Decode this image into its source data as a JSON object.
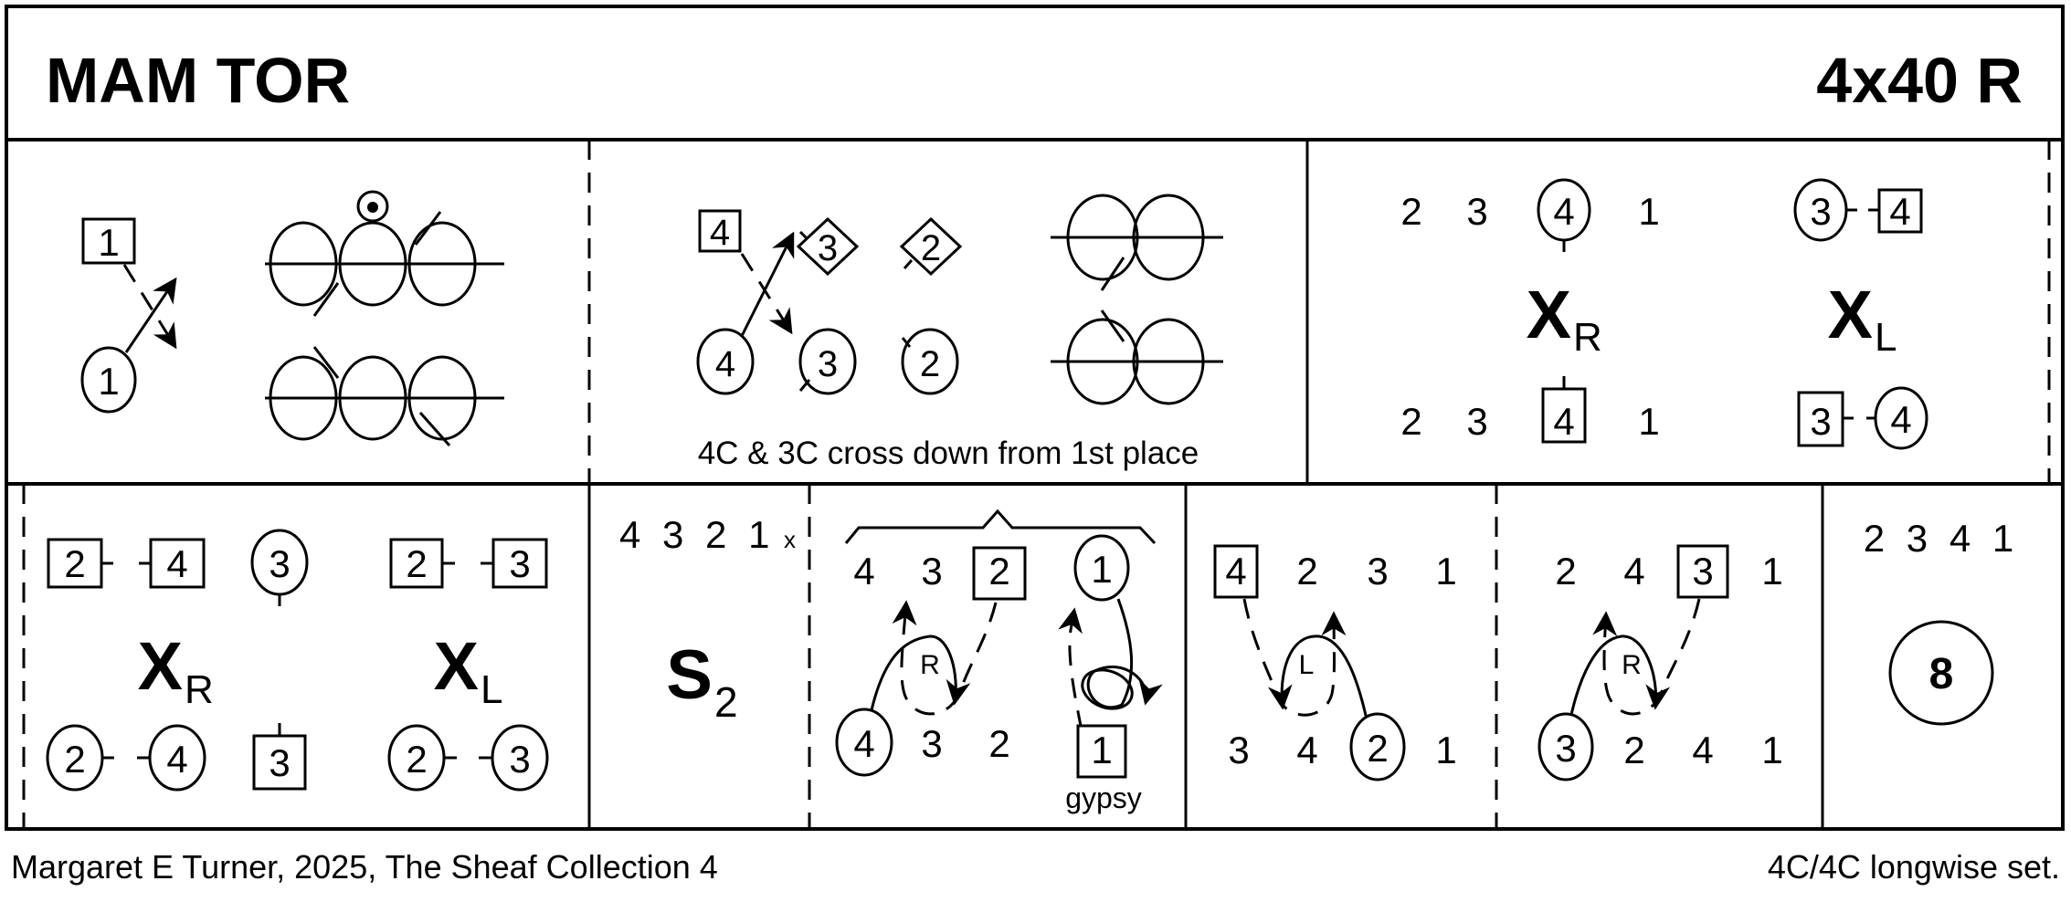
{
  "header": {
    "title": "MAM TOR",
    "format": "4x40 R"
  },
  "footer": {
    "credit": "Margaret E Turner, 2025, The Sheaf Collection 4",
    "set": "4C/4C longwise set."
  },
  "row1": {
    "cell1": {
      "top_dancer": "1",
      "bottom_dancer": "1"
    },
    "cell2": {
      "top_row": [
        "4",
        "3",
        "2"
      ],
      "bottom_row": [
        "4",
        "3",
        "2"
      ],
      "caption": "4C & 3C cross down from 1st place"
    },
    "cell3": {
      "top_row": [
        "2",
        "3",
        "4",
        "1"
      ],
      "bottom_row": [
        "2",
        "3",
        "4",
        "1"
      ],
      "cross_right": "X",
      "cross_right_sub": "R",
      "cross_left": "X",
      "cross_left_sub": "L",
      "top_pair": [
        "3",
        "4"
      ],
      "bottom_pair": [
        "3",
        "4"
      ]
    }
  },
  "row2": {
    "cell1": {
      "top_pair_a": [
        "2",
        "4"
      ],
      "top_single": "3",
      "top_pair_b": [
        "2",
        "3"
      ],
      "cross_right": "X",
      "cross_right_sub": "R",
      "cross_left": "X",
      "cross_left_sub": "L",
      "bottom_pair_a": [
        "2",
        "4"
      ],
      "bottom_single": "3",
      "bottom_pair_b": [
        "2",
        "3"
      ]
    },
    "cell2": {
      "order": "4 3 2 1",
      "order_sub": "x",
      "figure": "S",
      "figure_sub": "2"
    },
    "cell3": {
      "top_row": [
        "4",
        "3",
        "2",
        "1"
      ],
      "bottom_row": [
        "4",
        "3",
        "2",
        "1"
      ],
      "turn_label": "R",
      "note": "gypsy"
    },
    "cell4": {
      "top_row": [
        "4",
        "2",
        "3",
        "1"
      ],
      "bottom_row": [
        "3",
        "4",
        "2",
        "1"
      ],
      "turn_label": "L"
    },
    "cell5": {
      "top_row": [
        "2",
        "4",
        "3",
        "1"
      ],
      "bottom_row": [
        "3",
        "2",
        "4",
        "1"
      ],
      "turn_label": "R"
    },
    "cell6": {
      "final_order": "2 3 4 1",
      "bars": "8"
    }
  }
}
